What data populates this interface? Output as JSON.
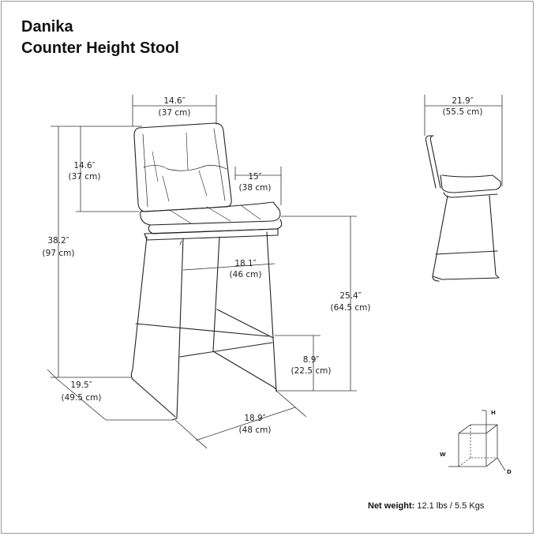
{
  "title": {
    "line1": "Danika",
    "line2": "Counter Height Stool"
  },
  "dimensions": {
    "back_width": {
      "imperial": "14.6″",
      "metric": "(37 cm)"
    },
    "back_height": {
      "imperial": "14.6″",
      "metric": "(37 cm)"
    },
    "seat_depth": {
      "imperial": "15″",
      "metric": "(38 cm)"
    },
    "overall_height": {
      "imperial": "38.2″",
      "metric": "(97 cm)"
    },
    "seat_width": {
      "imperial": "18.1″",
      "metric": "(46 cm)"
    },
    "seat_height": {
      "imperial": "25.4″",
      "metric": "(64.5 cm)"
    },
    "footrest_height": {
      "imperial": "8.9″",
      "metric": "(22.5 cm)"
    },
    "base_depth": {
      "imperial": "19.5″",
      "metric": "(49.5 cm)"
    },
    "base_width": {
      "imperial": "18.9″",
      "metric": "(48 cm)"
    },
    "side_depth": {
      "imperial": "21.9″",
      "metric": "(55.5 cm)"
    }
  },
  "axes": {
    "height": "H",
    "width": "W",
    "depth": "D"
  },
  "weight": {
    "label": "Net weight:",
    "value": "12.1 lbs / 5.5 Kgs"
  }
}
